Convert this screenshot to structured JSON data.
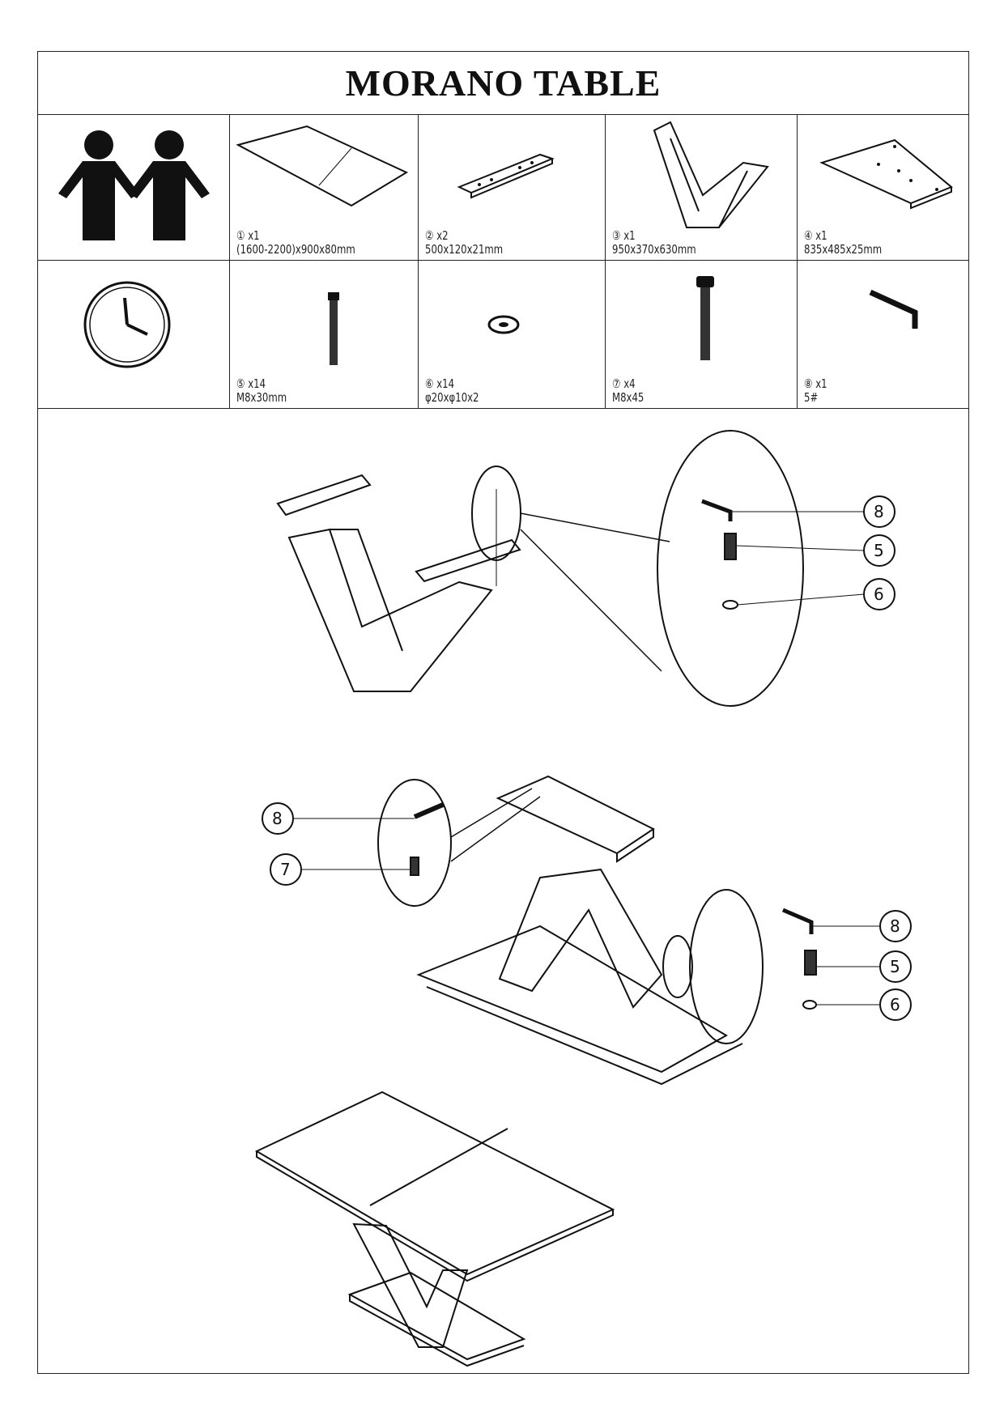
{
  "title": "MORANO TABLE",
  "parts": [
    {
      "id": "1",
      "qty": "x1",
      "size": "(1600-2200)x900x80mm"
    },
    {
      "id": "2",
      "qty": "x2",
      "size": "500x120x21mm"
    },
    {
      "id": "3",
      "qty": "x1",
      "size": "950x370x630mm"
    },
    {
      "id": "4",
      "qty": "x1",
      "size": "835x485x25mm"
    },
    {
      "id": "5",
      "qty": "x14",
      "size": "M8x30mm"
    },
    {
      "id": "6",
      "qty": "x14",
      "size": "φ20xφ10x2"
    },
    {
      "id": "7",
      "qty": "x4",
      "size": "M8x45"
    },
    {
      "id": "8",
      "qty": "x1",
      "size": "5#"
    }
  ],
  "step1_callouts": [
    "8",
    "5",
    "6"
  ],
  "step2_callouts_left": [
    "8",
    "7"
  ],
  "step2_callouts_right": [
    "8",
    "5",
    "6"
  ]
}
